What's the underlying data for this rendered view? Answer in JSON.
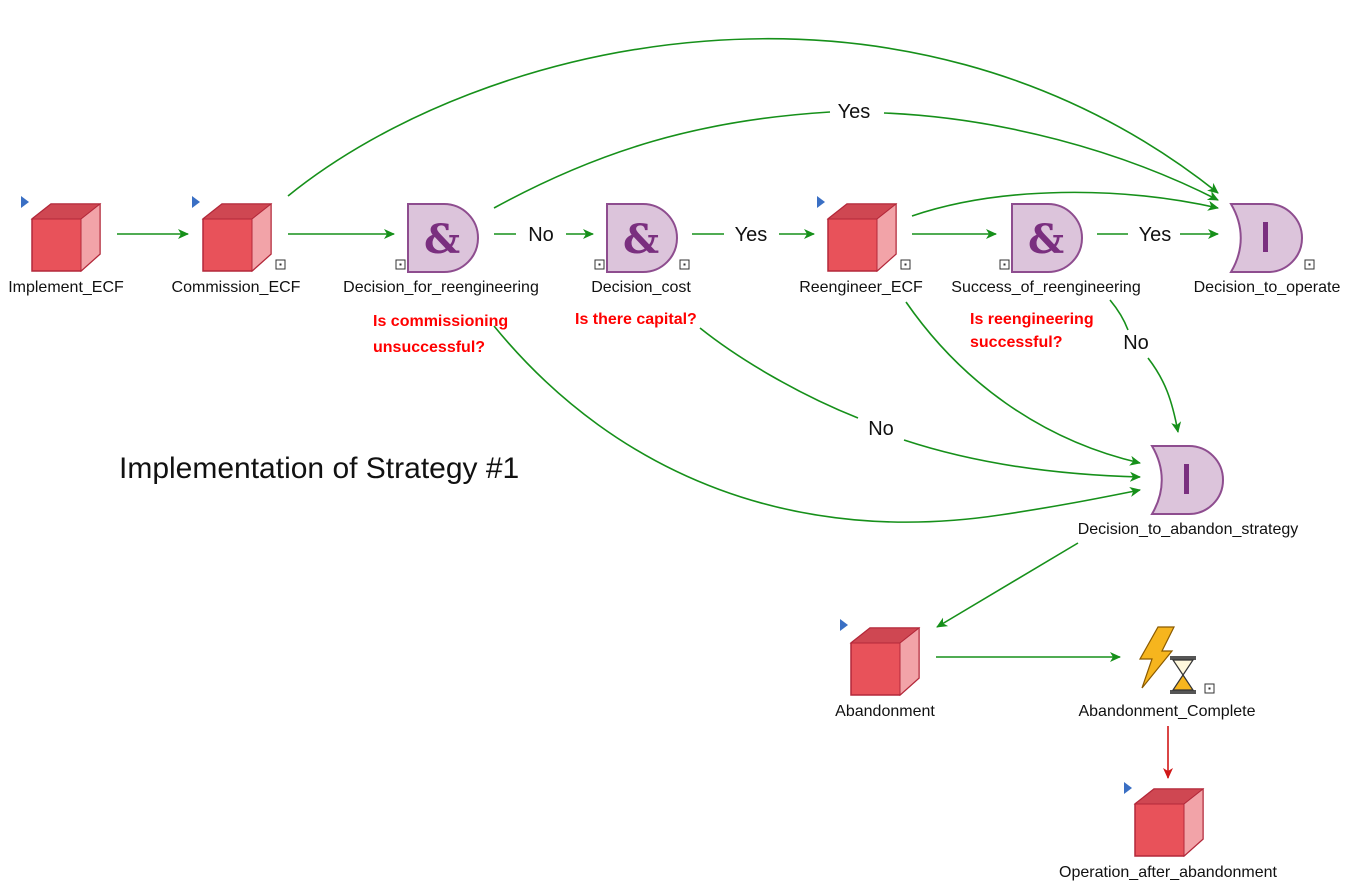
{
  "title": "Implementation of Strategy #1",
  "nodes": {
    "implement_ecf": "Implement_ECF",
    "commission_ecf": "Commission_ECF",
    "decision_for_reengineering": "Decision_for_reengineering",
    "decision_cost": "Decision_cost",
    "reengineer_ecf": "Reengineer_ECF",
    "success_of_reengineering": "Success_of_reengineering",
    "decision_to_operate": "Decision_to_operate",
    "decision_to_abandon_strategy": "Decision_to_abandon_strategy",
    "abandonment": "Abandonment",
    "abandonment_complete": "Abandonment_Complete",
    "operation_after_abandonment": "Operation_after_abandonment"
  },
  "edge_labels": {
    "yes_top": "Yes",
    "no_cost": "No",
    "yes_reengineer": "Yes",
    "yes_success": "Yes",
    "no_success": "No",
    "no_capital": "No"
  },
  "notes": {
    "commissioning_line1": "Is commissioning",
    "commissioning_line2": "unsuccessful?",
    "capital": "Is there capital?",
    "reengineering_line1": "Is reengineering",
    "reengineering_line2": "successful?"
  },
  "colors": {
    "event_fill": "#e8525a",
    "gate_fill": "#dcc4db",
    "gate_stroke": "#8e4d8f",
    "edge_green": "#16901a",
    "edge_red": "#d01818",
    "note_red": "#ff0000",
    "marker_blue": "#3a6fc4"
  },
  "icons": [
    "cube-icon",
    "and-gate-icon",
    "or-gate-icon",
    "lightning-icon",
    "hourglass-icon",
    "expand-box-icon",
    "marker-triangle-icon"
  ]
}
